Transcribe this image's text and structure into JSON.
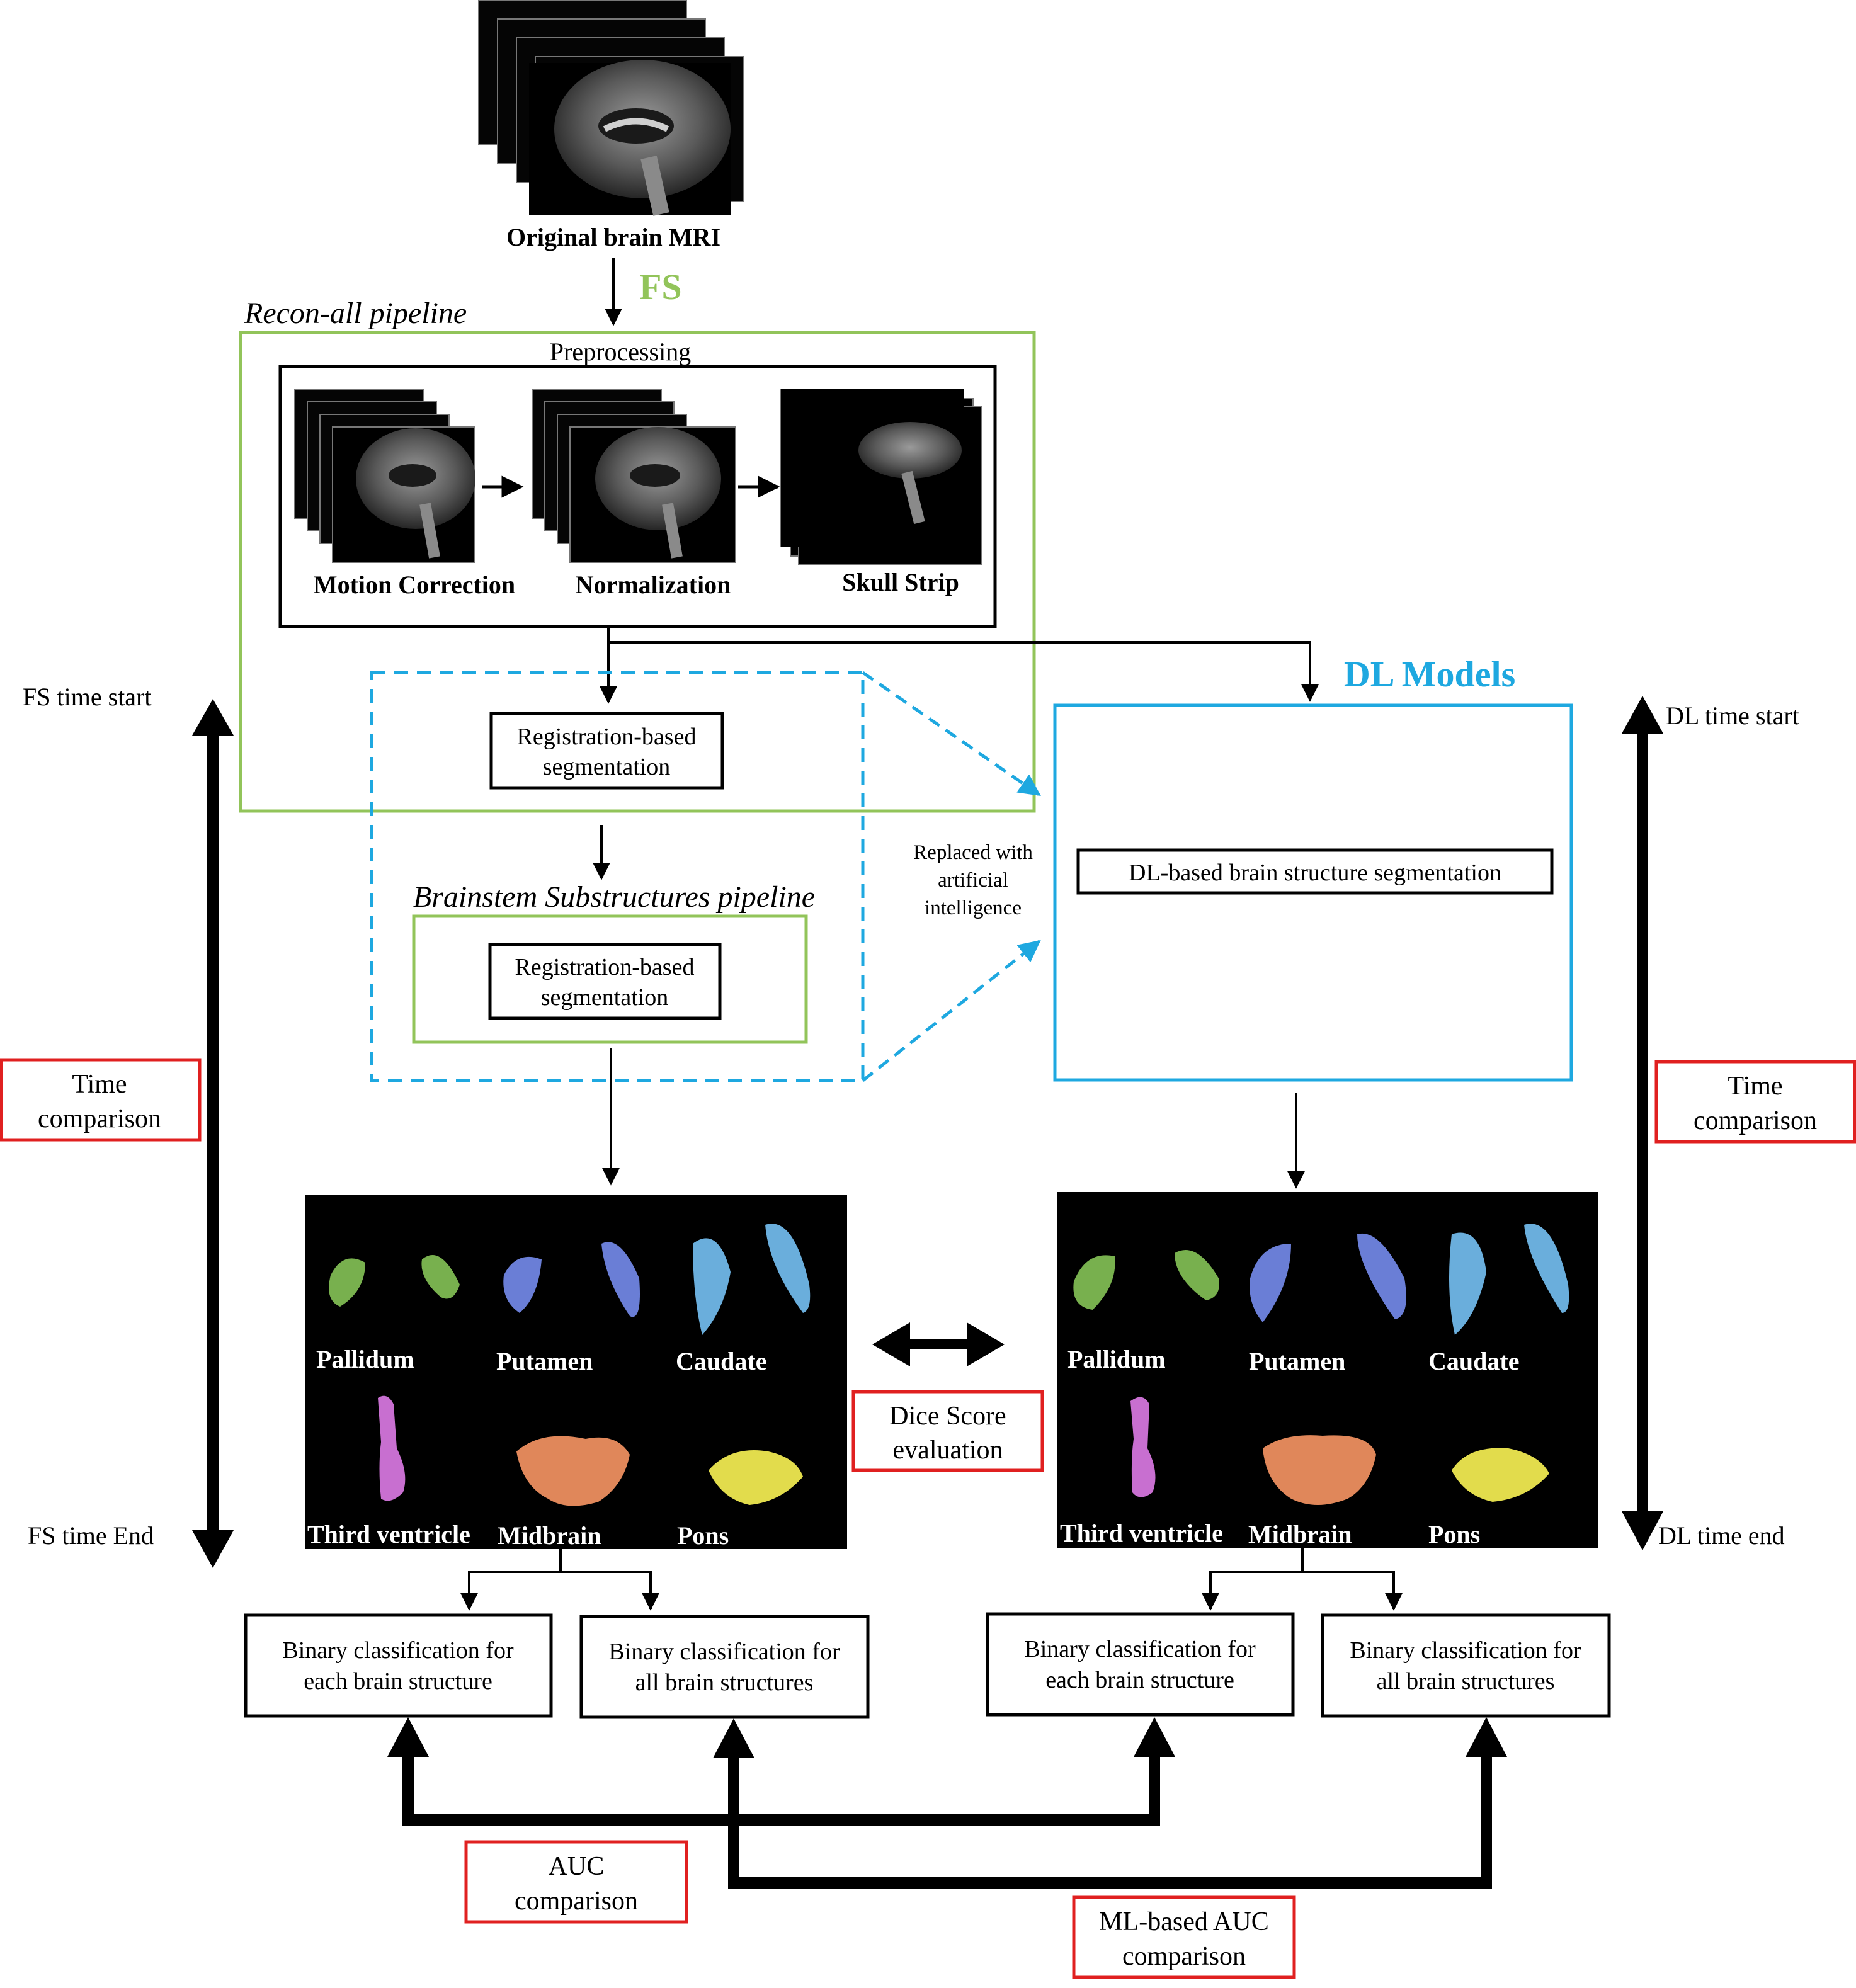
{
  "title": "Original brain MRI",
  "fs_label": "FS",
  "recon_all_label": "Recon-all pipeline",
  "preprocessing_label": "Preprocessing",
  "preprocessing_steps": [
    "Motion Correction",
    "Normalization",
    "Skull Strip"
  ],
  "registration_segmentation_1": [
    "Registration-based",
    "segmentation"
  ],
  "brainstem_label": "Brainstem Substructures pipeline",
  "registration_segmentation_2": [
    "Registration-based",
    "segmentation"
  ],
  "replaced_label": [
    "Replaced with",
    "artificial",
    "intelligence"
  ],
  "dl_models_label": "DL Models",
  "dl_segmentation_label": "DL-based brain structure segmentation",
  "fs_time_start": "FS time start",
  "fs_time_end": "FS time End",
  "dl_time_start": "DL time start",
  "dl_time_end": "DL time end",
  "time_comparison": [
    "Time",
    "comparison"
  ],
  "dice_score": [
    "Dice Score",
    "evaluation"
  ],
  "structures_top": [
    "Pallidum",
    "Putamen",
    "Caudate"
  ],
  "structures_bottom": [
    "Third ventricle",
    "Midbrain",
    "Pons"
  ],
  "binary_each": [
    "Binary classification for",
    "each brain structure"
  ],
  "binary_all": [
    "Binary classification for",
    "all brain structures"
  ],
  "auc_comparison": [
    "AUC",
    "comparison"
  ],
  "ml_auc_comparison": [
    "ML-based AUC",
    "comparison"
  ],
  "colors": {
    "fs_green": "#92c45a",
    "dl_blue": "#1ea8e0",
    "red_box": "#e02020",
    "pallidum": "#78b04e",
    "putamen": "#6a7ed6",
    "caudate": "#6aaedc",
    "third_ventricle": "#c86fd0",
    "midbrain": "#e0875a",
    "pons": "#e2dc4c"
  }
}
